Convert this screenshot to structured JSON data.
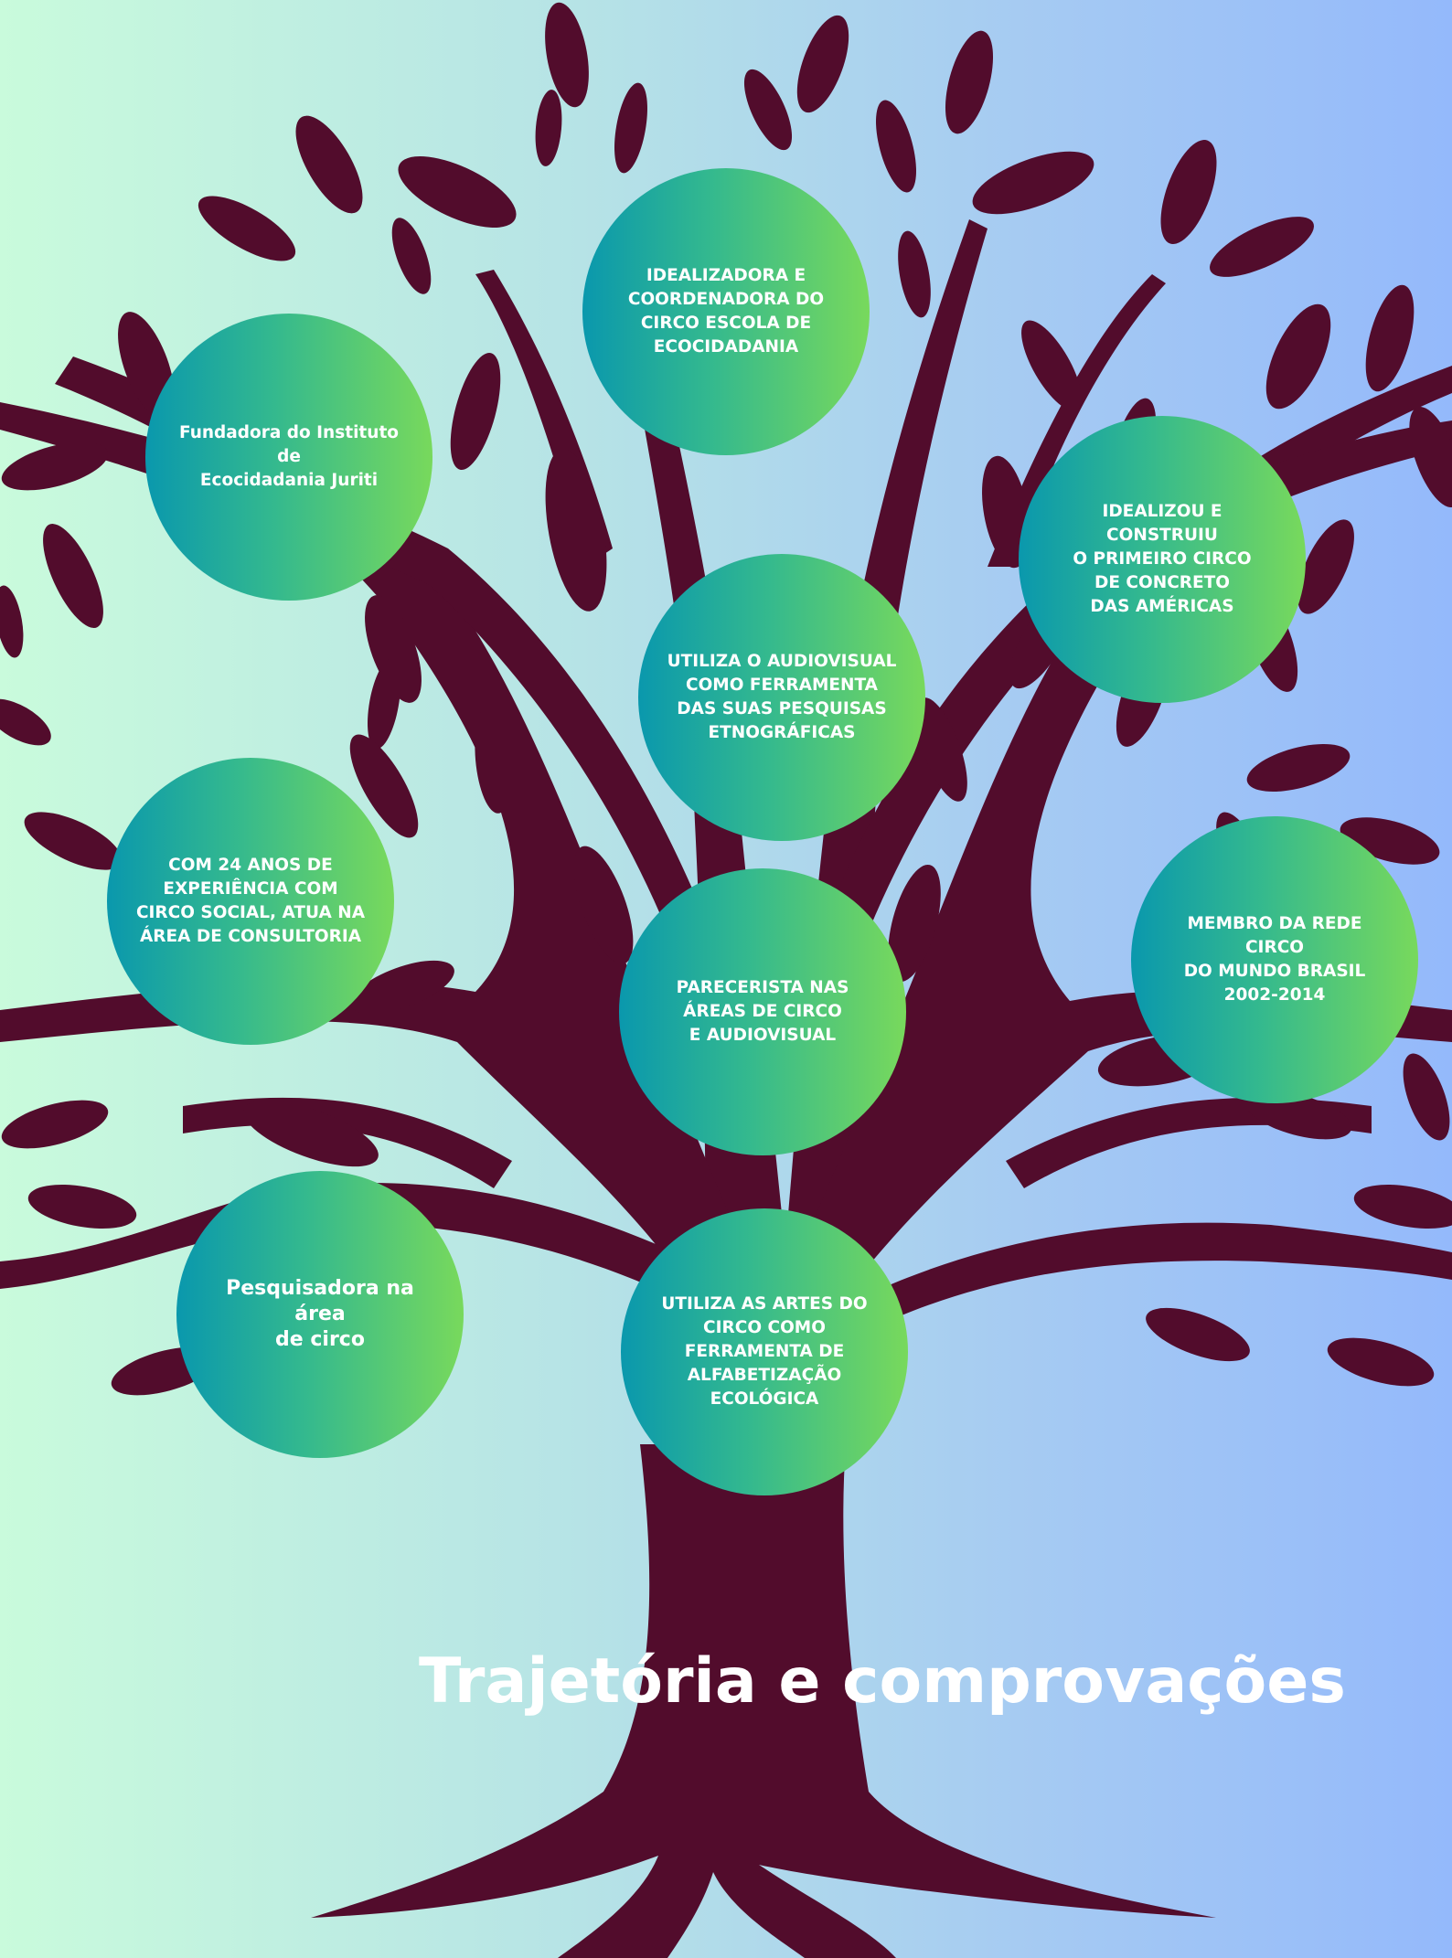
{
  "title": "Trajetória e comprovações",
  "colors": {
    "tree": "#520c2c",
    "background_left": "#c9fbdc",
    "background_right": "#94b9fb",
    "bubble_gradient_start": "#0a98ad",
    "bubble_gradient_end": "#78d95c",
    "text": "#ffffff"
  },
  "nodes": [
    {
      "id": "idealizadora",
      "text": "IDEALIZADORA E\nCOORDENADORA DO\nCIRCO ESCOLA DE\nECOCIDADANIA"
    },
    {
      "id": "fundadora",
      "text": "Fundadora do Instituto de\nEcocidadania Juriti"
    },
    {
      "id": "idealizou",
      "text": "IDEALIZOU E CONSTRUIU\nO PRIMEIRO CIRCO\nDE CONCRETO\nDAS AMÉRICAS"
    },
    {
      "id": "audiovisual",
      "text": "UTILIZA O AUDIOVISUAL\nCOMO FERRAMENTA\nDAS SUAS PESQUISAS\nETNOGRÁFICAS"
    },
    {
      "id": "experiencia",
      "text": "COM 24 ANOS DE\nEXPERIÊNCIA COM\nCIRCO SOCIAL, ATUA NA\nÁREA DE CONSULTORIA"
    },
    {
      "id": "membro",
      "text": "MEMBRO DA  REDE CIRCO\nDO MUNDO BRASIL\n2002-2014"
    },
    {
      "id": "parecerista",
      "text": "PARECERISTA NAS\nÁREAS DE CIRCO\nE AUDIOVISUAL"
    },
    {
      "id": "pesquisadora",
      "text": "Pesquisadora na área\nde circo"
    },
    {
      "id": "artes",
      "text": "UTILIZA AS ARTES DO\nCIRCO COMO\nFERRAMENTA DE\nALFABETIZAÇÃO\nECOLÓGICA"
    }
  ]
}
